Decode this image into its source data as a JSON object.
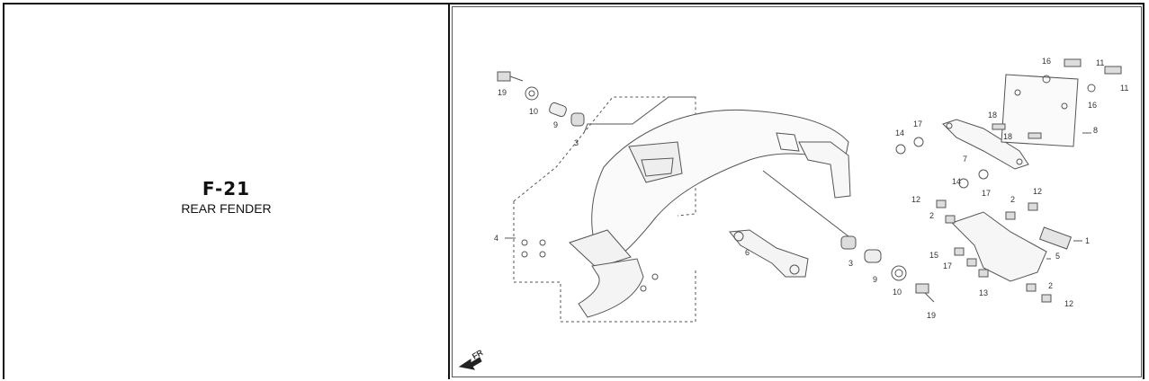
{
  "header": {
    "code": "F-21",
    "title": "REAR FENDER"
  },
  "diagram": {
    "direction_label": "FR",
    "part_numbers": [
      "19",
      "10",
      "9",
      "3",
      "4",
      "6",
      "3",
      "9",
      "10",
      "19",
      "16",
      "11",
      "11",
      "16",
      "8",
      "17",
      "14",
      "18",
      "18",
      "7",
      "14",
      "17",
      "12",
      "2",
      "2",
      "12",
      "1",
      "5",
      "15",
      "17",
      "13",
      "2",
      "12"
    ]
  }
}
